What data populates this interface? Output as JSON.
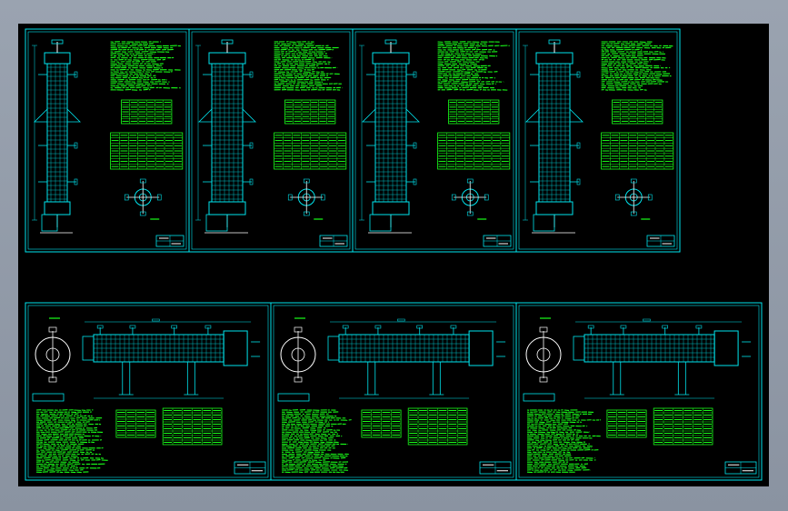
{
  "window": {
    "title": "",
    "background_color": "#8f98a6",
    "canvas_color": "#000000"
  },
  "colors": {
    "frame": "#00e5ee",
    "text_block": "#19ff19",
    "equipment": "#00e5ee",
    "white_detail": "#ffffff"
  },
  "drawing_sheets": {
    "top_row": [
      {
        "name": "vertical-exchanger-sheet-1",
        "type": "vertical"
      },
      {
        "name": "vertical-exchanger-sheet-2",
        "type": "vertical"
      },
      {
        "name": "vertical-exchanger-sheet-3",
        "type": "vertical"
      },
      {
        "name": "vertical-exchanger-sheet-4",
        "type": "vertical"
      }
    ],
    "bottom_row": [
      {
        "name": "horizontal-exchanger-sheet-1",
        "type": "horizontal"
      },
      {
        "name": "horizontal-exchanger-sheet-2",
        "type": "horizontal"
      },
      {
        "name": "horizontal-exchanger-sheet-3",
        "type": "horizontal"
      }
    ]
  }
}
